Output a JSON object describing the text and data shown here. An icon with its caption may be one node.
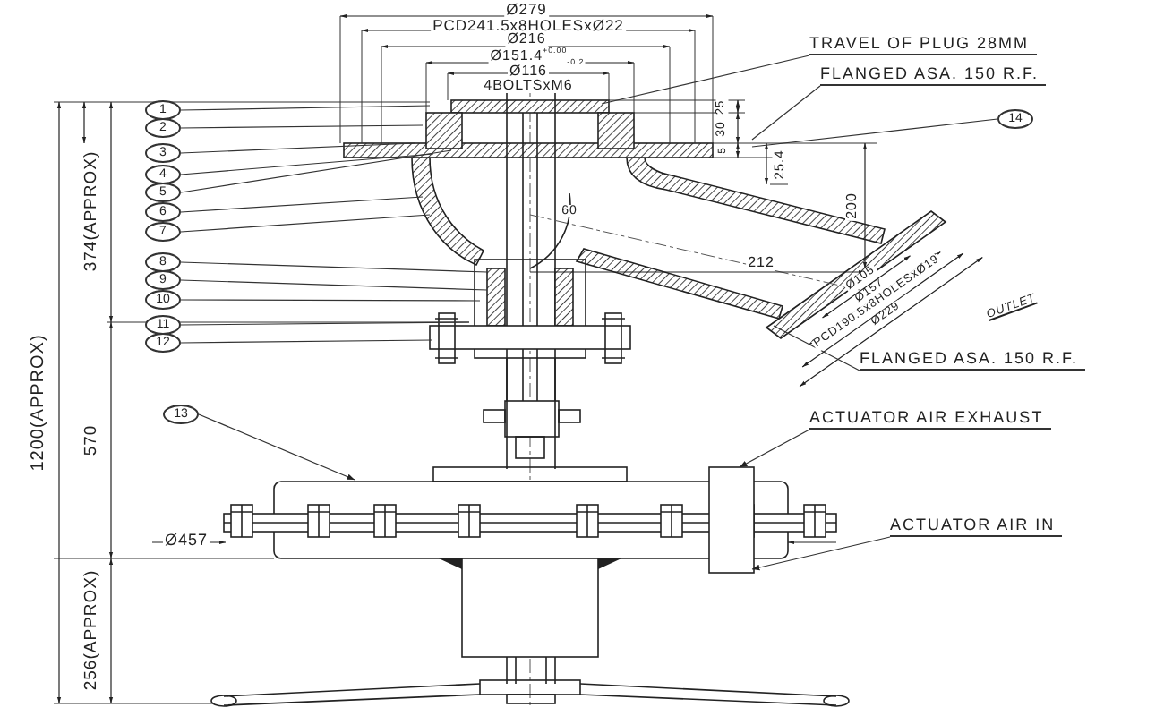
{
  "diagram": {
    "nodes": [
      {
        "text": [
          "1"
        ]
      },
      {
        "text": [
          "2"
        ]
      },
      {
        "text": [
          "3"
        ]
      },
      {
        "text": [
          "4"
        ]
      },
      {
        "text": [
          "5"
        ]
      },
      {
        "text": [
          "6"
        ]
      },
      {
        "text": [
          "7"
        ]
      },
      {
        "text": [
          "8"
        ]
      },
      {
        "text": [
          "9"
        ]
      },
      {
        "text": [
          "10"
        ]
      },
      {
        "text": [
          "11"
        ]
      },
      {
        "text": [
          "12"
        ]
      },
      {
        "text": [
          "13"
        ]
      },
      {
        "text": [
          "14"
        ]
      },
      {
        "text": [
          "TRAVEL OF PLUG 28MM"
        ]
      },
      {
        "text": [
          "FLANGED ASA. 150 R.F."
        ]
      },
      {
        "text": [
          "FLANGED ASA. 150 R.F."
        ]
      },
      {
        "text": [
          "ACTUATOR AIR EXHAUST"
        ]
      },
      {
        "text": [
          "ACTUATOR AIR IN"
        ]
      }
    ],
    "edges": [
      {
        "from": 0,
        "to": null,
        "arrow": "none"
      },
      {
        "from": 1,
        "to": null,
        "arrow": "none"
      },
      {
        "from": 2,
        "to": null,
        "arrow": "none"
      },
      {
        "from": 3,
        "to": null,
        "arrow": "none"
      },
      {
        "from": 4,
        "to": null,
        "arrow": "none"
      },
      {
        "from": 5,
        "to": null,
        "arrow": "none"
      },
      {
        "from": 6,
        "to": null,
        "arrow": "none"
      },
      {
        "from": 7,
        "to": null,
        "arrow": "none"
      },
      {
        "from": 8,
        "to": null,
        "arrow": "none"
      },
      {
        "from": 9,
        "to": null,
        "arrow": "none"
      },
      {
        "from": 10,
        "to": null,
        "arrow": "none"
      },
      {
        "from": 11,
        "to": null,
        "arrow": "none"
      },
      {
        "from": 12,
        "to": null,
        "arrow": "to"
      },
      {
        "from": 13,
        "to": null,
        "arrow": "none"
      },
      {
        "from": 14,
        "to": null,
        "arrow": "none"
      },
      {
        "from": 15,
        "to": null,
        "arrow": "none"
      },
      {
        "from": 16,
        "to": null,
        "arrow": "none"
      },
      {
        "from": 17,
        "to": null,
        "arrow": "to"
      },
      {
        "from": 18,
        "to": null,
        "arrow": "to"
      }
    ],
    "labels": [
      "Ø279",
      "PCD241.5x8HOLESxØ22",
      "Ø216",
      "Ø151.4$^{+0.00}$$_{-0.2}$",
      "Ø116",
      "4BOLTSxM6",
      "25",
      "30",
      "5",
      "25.4",
      "200",
      "60",
      "212",
      "1200(APPROX)",
      "374(APPROX)",
      "570",
      "256(APPROX)",
      "Ø105",
      "Ø157",
      "PCD190.5x8HOLESxØ19",
      "Ø229",
      "OUTLET",
      "Ø457"
    ]
  }
}
